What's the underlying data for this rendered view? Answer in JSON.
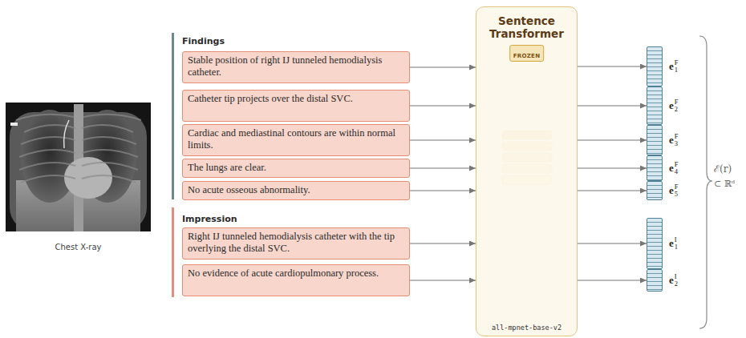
{
  "diagram": {
    "nodes": [
      {
        "text": [
          "Stable position of right IJ tunneled hemodialysis catheter."
        ]
      },
      {
        "text": [
          "Catheter tip projects over the distal SVC."
        ]
      },
      {
        "text": [
          "Cardiac and mediastinal contours are within normal limits."
        ]
      },
      {
        "text": [
          "The lungs are clear."
        ]
      },
      {
        "text": [
          "No acute osseous abnormality."
        ]
      },
      {
        "text": [
          "Right IJ tunneled hemodialysis catheter with the tip overlying the distal SVC."
        ]
      },
      {
        "text": [
          "No evidence of acute cardiopulmonary process."
        ]
      },
      {
        "text": [
          "Sentence Transformer",
          "all-mpnet-base-v2"
        ]
      },
      {
        "text": [
          "FROZEN"
        ],
        "in": 7
      },
      {
        "text": [
          "e",
          "F",
          "1"
        ]
      },
      {
        "text": [
          "e",
          "F",
          "2"
        ]
      },
      {
        "text": [
          "e",
          "F",
          "3"
        ]
      },
      {
        "text": [
          "e",
          "F",
          "4"
        ]
      },
      {
        "text": [
          "e",
          "F",
          "5"
        ]
      },
      {
        "text": [
          "e",
          "I",
          "1"
        ]
      },
      {
        "text": [
          "e",
          "I",
          "2"
        ]
      }
    ],
    "edges": [
      {
        "from": 0,
        "to": 7,
        "arrow": "to"
      },
      {
        "from": 1,
        "to": 7,
        "arrow": "to"
      },
      {
        "from": 2,
        "to": 7,
        "arrow": "to"
      },
      {
        "from": 3,
        "to": 7,
        "arrow": "to"
      },
      {
        "from": 4,
        "to": 7,
        "arrow": "to"
      },
      {
        "from": 5,
        "to": 7,
        "arrow": "to"
      },
      {
        "from": 6,
        "to": 7,
        "arrow": "to"
      },
      {
        "from": 7,
        "to": 9,
        "arrow": "to"
      },
      {
        "from": 7,
        "to": 10,
        "arrow": "to"
      },
      {
        "from": 7,
        "to": 11,
        "arrow": "to"
      },
      {
        "from": 7,
        "to": 12,
        "arrow": "to"
      },
      {
        "from": 7,
        "to": 13,
        "arrow": "to"
      },
      {
        "from": 7,
        "to": 14,
        "arrow": "to"
      },
      {
        "from": 7,
        "to": 15,
        "arrow": "to"
      }
    ],
    "labels": [
      "Chest X-ray",
      "Findings",
      "Impression",
      "ℰ(r)",
      "⊂ ℝᵈ"
    ]
  }
}
